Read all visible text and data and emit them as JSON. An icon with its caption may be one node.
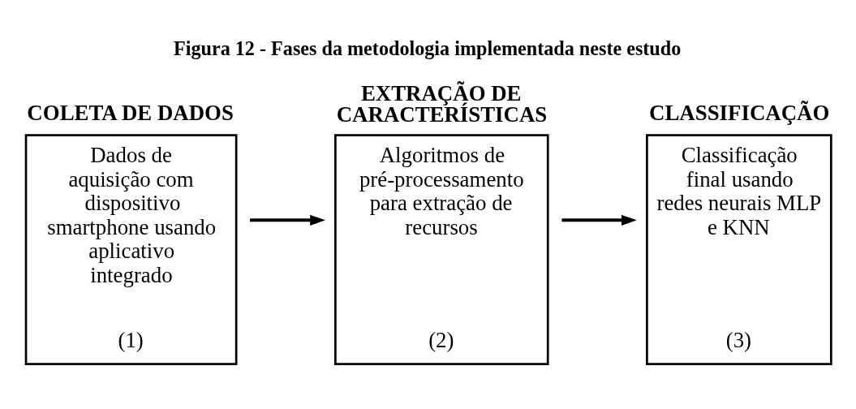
{
  "diagram": {
    "title": "Figura 12 - Fases da metodologia implementada neste estudo",
    "nodes": [
      {
        "text": [
          "COLETA DE DADOS",
          "Dados de aquisição com dispositivo smartphone usando aplicativo integrado",
          "(1)"
        ]
      },
      {
        "text": [
          "EXTRAÇÃO DE CARACTERÍSTICAS",
          "Algoritmos de pré-processamento para extração de recursos",
          "(2)"
        ]
      },
      {
        "text": [
          "CLASSIFICAÇÃO",
          "Classificação final usando redes neurais MLP e KNN",
          "(3)"
        ]
      }
    ],
    "edges": [
      {
        "from": 0,
        "to": 1,
        "arrow": "to"
      },
      {
        "from": 1,
        "to": 2,
        "arrow": "to"
      }
    ]
  }
}
